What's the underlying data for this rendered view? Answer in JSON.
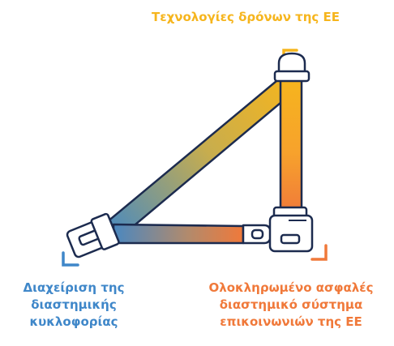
{
  "colors": {
    "blue": "#3f87c9",
    "yellow": "#f6b51d",
    "orange": "#f0793a",
    "ink": "#1c2b4f"
  },
  "labels": {
    "top": {
      "lines": [
        "Τεχνολογίες δρόνων της ΕΕ"
      ],
      "color": "#f6b51d"
    },
    "left": {
      "lines": [
        "Διαχείριση της",
        "διαστημικής",
        "κυκλοφορίας"
      ],
      "color": "#3f87c9"
    },
    "right": {
      "lines": [
        "Ολοκληρωμένο ασφαλές",
        "διαστημικό σύστημα",
        "επικοινωνιών της ΕΕ"
      ],
      "color": "#f0793a"
    }
  }
}
